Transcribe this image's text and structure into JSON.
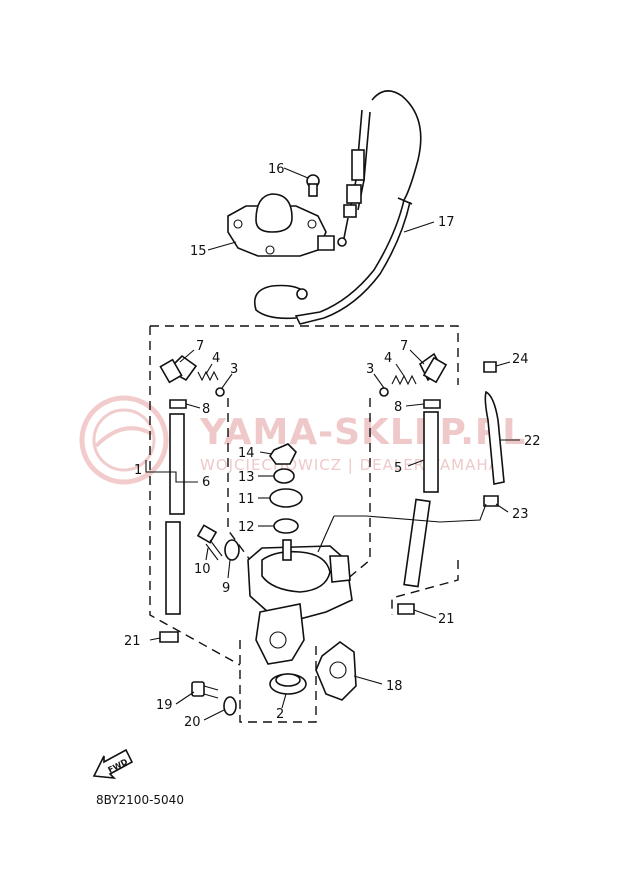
{
  "watermark": {
    "title": "YAMA-SKLEP.PL",
    "subtitle": "WOJCIECHOWICZ | DEALER YAMAHA"
  },
  "direction_marker": "FWD",
  "diagram_code": "8BY2100-5040",
  "callouts": {
    "n1": "1",
    "n2": "2",
    "n3a": "3",
    "n3b": "3",
    "n4a": "4",
    "n4b": "4",
    "n5": "5",
    "n6": "6",
    "n7a": "7",
    "n7b": "7",
    "n8a": "8",
    "n8b": "8",
    "n9": "9",
    "n10": "10",
    "n11": "11",
    "n12": "12",
    "n13": "13",
    "n14": "14",
    "n15": "15",
    "n16": "16",
    "n17": "17",
    "n18": "18",
    "n19": "19",
    "n20": "20",
    "n21a": "21",
    "n21b": "21",
    "n22": "22",
    "n23": "23",
    "n24": "24"
  }
}
